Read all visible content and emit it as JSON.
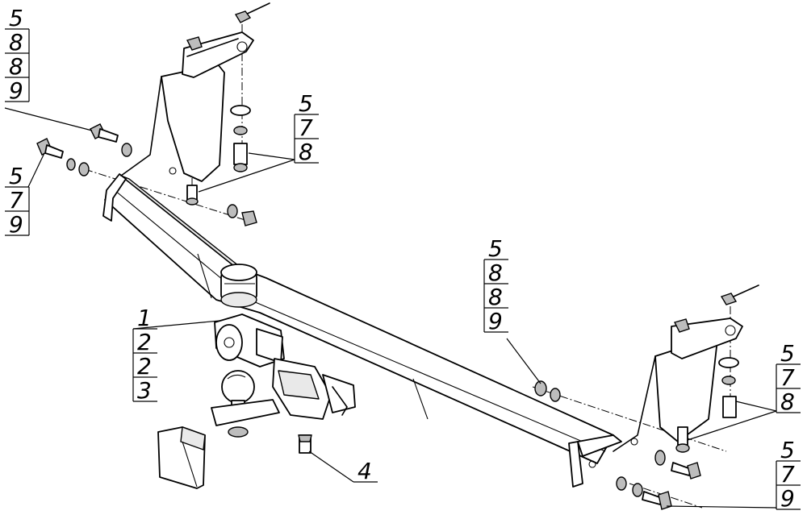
{
  "callouts": [
    {
      "id": "top-left-bracket-bolts",
      "numbers": [
        "5",
        "8",
        "8",
        "9"
      ]
    },
    {
      "id": "top-left-bolt-set",
      "numbers": [
        "5",
        "7",
        "9"
      ]
    },
    {
      "id": "top-center-bolt-set",
      "numbers": [
        "5",
        "7",
        "8"
      ]
    },
    {
      "id": "tow-ball-parts",
      "numbers": [
        "1",
        "2",
        "2",
        "3"
      ]
    },
    {
      "id": "hitch-pin",
      "numbers": [
        "4"
      ]
    },
    {
      "id": "right-bracket-bolts",
      "numbers": [
        "5",
        "8",
        "8",
        "9"
      ]
    },
    {
      "id": "right-upper-bolt-set",
      "numbers": [
        "5",
        "7",
        "8"
      ]
    },
    {
      "id": "right-lower-bolt-set",
      "numbers": [
        "5",
        "7",
        "9"
      ]
    }
  ]
}
